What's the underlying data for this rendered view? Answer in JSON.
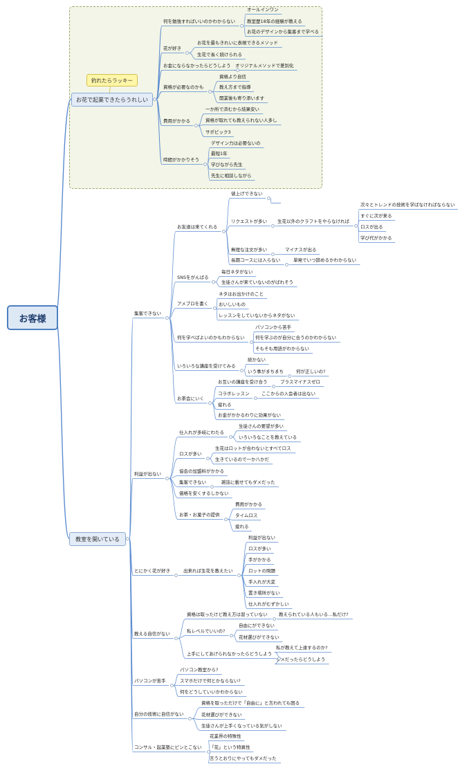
{
  "root": "お客様",
  "branches": [
    {
      "label": "お花で起業できたらうれしい",
      "callout": "釣れたらラッキー",
      "children": [
        {
          "label": "何を勉強すればいいのかわからない",
          "children": [
            {
              "label": "オールインワン"
            },
            {
              "label": "教室歴18年の経験が教える"
            },
            {
              "label": "お花のデザインから集客まで学べる"
            }
          ]
        },
        {
          "label": "花が好き",
          "children": [
            {
              "label": "お花を最もきれいに表現できるメソッド"
            },
            {
              "label": "生花で長く続けられる"
            }
          ]
        },
        {
          "label": "お金にならなかったらどうしよう",
          "children": [
            {
              "label": "オリジナルメソッドで差別化"
            }
          ]
        },
        {
          "label": "資格が必要なのかも",
          "children": [
            {
              "label": "資格より自信"
            },
            {
              "label": "教え方まで指導"
            },
            {
              "label": "開業後も寄り添います"
            }
          ]
        },
        {
          "label": "費用がかかる",
          "children": [
            {
              "label": "一か所で済むから結果安い"
            },
            {
              "label": "資格が取れても教えられない人多し"
            },
            {
              "label": "サポピック3"
            }
          ]
        },
        {
          "label": "時間がかかりそう",
          "children": [
            {
              "label": "デザイン力は必要ないの"
            },
            {
              "label": "最短1年"
            },
            {
              "label": "学びながら先生"
            },
            {
              "label": "先生に相談しながら"
            }
          ]
        }
      ]
    },
    {
      "label": "教室を開いている",
      "children": [
        {
          "label": "集客できない",
          "children": [
            {
              "label": "お友達は来てくれる",
              "children": [
                {
                  "label": "値上げできない",
                  "children": [
                    {
                      "label": ""
                    }
                  ]
                },
                {
                  "label": "リクエストが多い",
                  "children": [
                    {
                      "label": "生花以外のクラフトをやらなければ",
                      "children": [
                        {
                          "label": "次々とトレンドの技術を学ばなければならない"
                        },
                        {
                          "label": "すぐに次が来る"
                        },
                        {
                          "label": "ロスが出る"
                        },
                        {
                          "label": "学び代がかかる"
                        }
                      ]
                    }
                  ]
                },
                {
                  "label": "無理な注文が多い",
                  "children": [
                    {
                      "label": "マイナスが出る"
                    }
                  ]
                },
                {
                  "label": "長期コースには入らない",
                  "children": [
                    {
                      "label": "単発でいつ辞めるかわからない"
                    }
                  ]
                }
              ]
            },
            {
              "label": "SNSをがんばる",
              "children": [
                {
                  "label": "毎日ネタがない"
                },
                {
                  "label": "生徒さんが来ていないのがばれそう"
                }
              ]
            },
            {
              "label": "アメブロを書く",
              "children": [
                {
                  "label": "ネタはお出かけのこと"
                },
                {
                  "label": "おいしいもの"
                },
                {
                  "label": "レッスンをしていないからネタがない"
                }
              ]
            },
            {
              "label": "何を学べばよいのかもわからない",
              "children": [
                {
                  "label": "パソコンから苦手"
                },
                {
                  "label": "何を学ぶのが自分に合うのかわからない"
                },
                {
                  "label": "そもそも用語がわからない"
                }
              ]
            },
            {
              "label": "いろいろな講座を受けてみる",
              "children": [
                {
                  "label": "続かない"
                },
                {
                  "label": "いう事がまちまち",
                  "children": [
                    {
                      "label": "何が正しいの?"
                    }
                  ]
                }
              ]
            },
            {
              "label": "お茶会にいく",
              "children": [
                {
                  "label": "お互いの講座を受け合う",
                  "children": [
                    {
                      "label": "プラスマイナスゼロ"
                    }
                  ]
                },
                {
                  "label": "コラボレッスン",
                  "children": [
                    {
                      "label": "ここからの入会者は出ない"
                    }
                  ]
                },
                {
                  "label": "疲れる"
                },
                {
                  "label": "お金がかかるわりに効果がない"
                }
              ]
            }
          ]
        },
        {
          "label": "利益が出ない",
          "children": [
            {
              "label": "仕入れが多岐にわたる",
              "children": [
                {
                  "label": "生徒さんの要望が多い"
                },
                {
                  "label": "いろいろなことを教えている"
                }
              ]
            },
            {
              "label": "ロスが多い",
              "children": [
                {
                  "label": "生花はロットが合わないとすべてロス"
                },
                {
                  "label": "生きているので一か八かだ"
                }
              ]
            },
            {
              "label": "協会の加盟料がかかる"
            },
            {
              "label": "集客できない",
              "children": [
                {
                  "label": "雑誌に載せてもダメだった"
                }
              ]
            },
            {
              "label": "価格を安くするしかない"
            },
            {
              "label": "お茶・お菓子の提供",
              "children": [
                {
                  "label": "費用がかかる"
                },
                {
                  "label": "タイムロス"
                },
                {
                  "label": "疲れる"
                }
              ]
            }
          ]
        },
        {
          "label": "とにかく花が好き",
          "children": [
            {
              "label": "出来れば生花を教えたい",
              "children": [
                {
                  "label": "利益が出ない"
                },
                {
                  "label": "ロスが多い"
                },
                {
                  "label": "手がかかる"
                },
                {
                  "label": "ロットの問題"
                },
                {
                  "label": "手入れが大変"
                },
                {
                  "label": "置き場所がない"
                },
                {
                  "label": "仕入れがむずかしい"
                }
              ]
            }
          ]
        },
        {
          "label": "教える自信がない",
          "children": [
            {
              "label": "資格は取ったけど教え方は習っていない",
              "children": [
                {
                  "label": "教えられている人もいる…私だけ?"
                }
              ]
            },
            {
              "label": "私レベルでいいの?",
              "children": [
                {
                  "label": "自由にができない"
                },
                {
                  "label": "花材選びができない"
                }
              ]
            },
            {
              "label": "上手にしてあげられなかったらどうしよう",
              "children": [
                {
                  "label": "私が教えて上達するのか?"
                },
                {
                  "label": "ダメだったらどうしよう"
                }
              ]
            }
          ]
        },
        {
          "label": "パソコンが苦手",
          "children": [
            {
              "label": "パソコン教室から?"
            },
            {
              "label": "スマホだけで何とかならない?"
            },
            {
              "label": "何をどうしていいかわからない"
            }
          ]
        },
        {
          "label": "自分の技術に自信がない",
          "children": [
            {
              "label": "資格を取っただけで「自由に」と言われても困る"
            },
            {
              "label": "花材選びができない"
            },
            {
              "label": "生徒さんが上手くなっている気がしない"
            }
          ]
        },
        {
          "label": "コンサル・起業塾にピンとこない",
          "children": [
            {
              "label": "花業界の特殊性"
            },
            {
              "label": "「花」という特異性"
            },
            {
              "label": "言うとおりにやってもダメだった"
            }
          ]
        }
      ]
    }
  ],
  "colors": {
    "root_border": "#4d7fbf",
    "main_fill": "#e3ecf7",
    "line": "#5b8bd0",
    "group_fill": "#f2f5e7",
    "callout_fill": "#fff6a8"
  }
}
